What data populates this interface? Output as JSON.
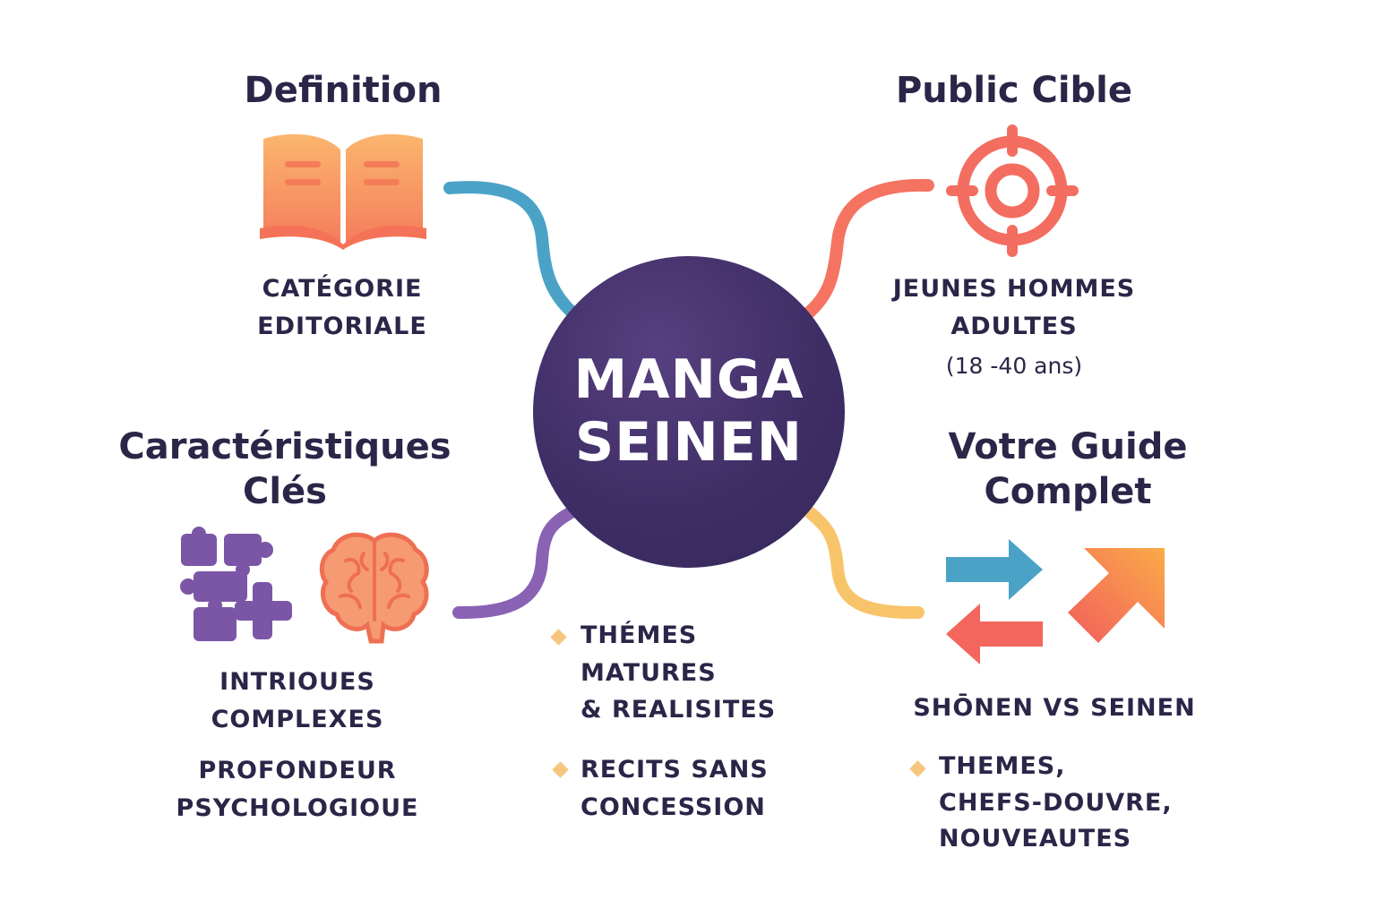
{
  "center": {
    "line1": "MANGA",
    "line2": "SEINEN",
    "color": "#3f2e66"
  },
  "definition": {
    "title": "Definition",
    "icon": "open-book-icon",
    "line1": "CATÉGORIE",
    "line2": "EDITORIALE",
    "color": "#f78f5a"
  },
  "public_cible": {
    "title": "Public Cible",
    "icon": "target-icon",
    "line1": "JEUNES HOMMES",
    "line2": "ADULTES",
    "age": "(18 -40 ans)",
    "color": "#f36e60"
  },
  "caracteristiques": {
    "title_line1": "Caractéristiques",
    "title_line2": "Clés",
    "icons": [
      "puzzle-icon",
      "brain-icon"
    ],
    "item1_line1": "INTRIOUES",
    "item1_line2": "COMPLEXES",
    "item2_line1": "PROFONDEUR",
    "item2_line2": "PSYCHOLOGIOUE",
    "color": "#7d57a8"
  },
  "themes": {
    "item1_line1": "THÉMES",
    "item1_line2": "MATURES",
    "item1_line3": "& REALISITES",
    "item2_line1": "RECITS SANS",
    "item2_line2": "CONCESSION",
    "bullet_color": "#f6c67f"
  },
  "guide": {
    "title_line1": "Votre Guide",
    "title_line2": "Complet",
    "icons": [
      "swap-arrows-icon",
      "diagonal-arrow-icon"
    ],
    "comparison": "SHŌNEN VS SEINEN",
    "item_line1": "THEMES,",
    "item_line2": "CHEFS-DOUVRE,",
    "item_line3": "NOUVEAUTES",
    "color": "#f8c46a"
  },
  "connector_colors": {
    "top_left": "#4aa3c6",
    "top_right": "#f47461",
    "bottom_left": "#8a62b3",
    "bottom_right": "#f8c46a"
  }
}
